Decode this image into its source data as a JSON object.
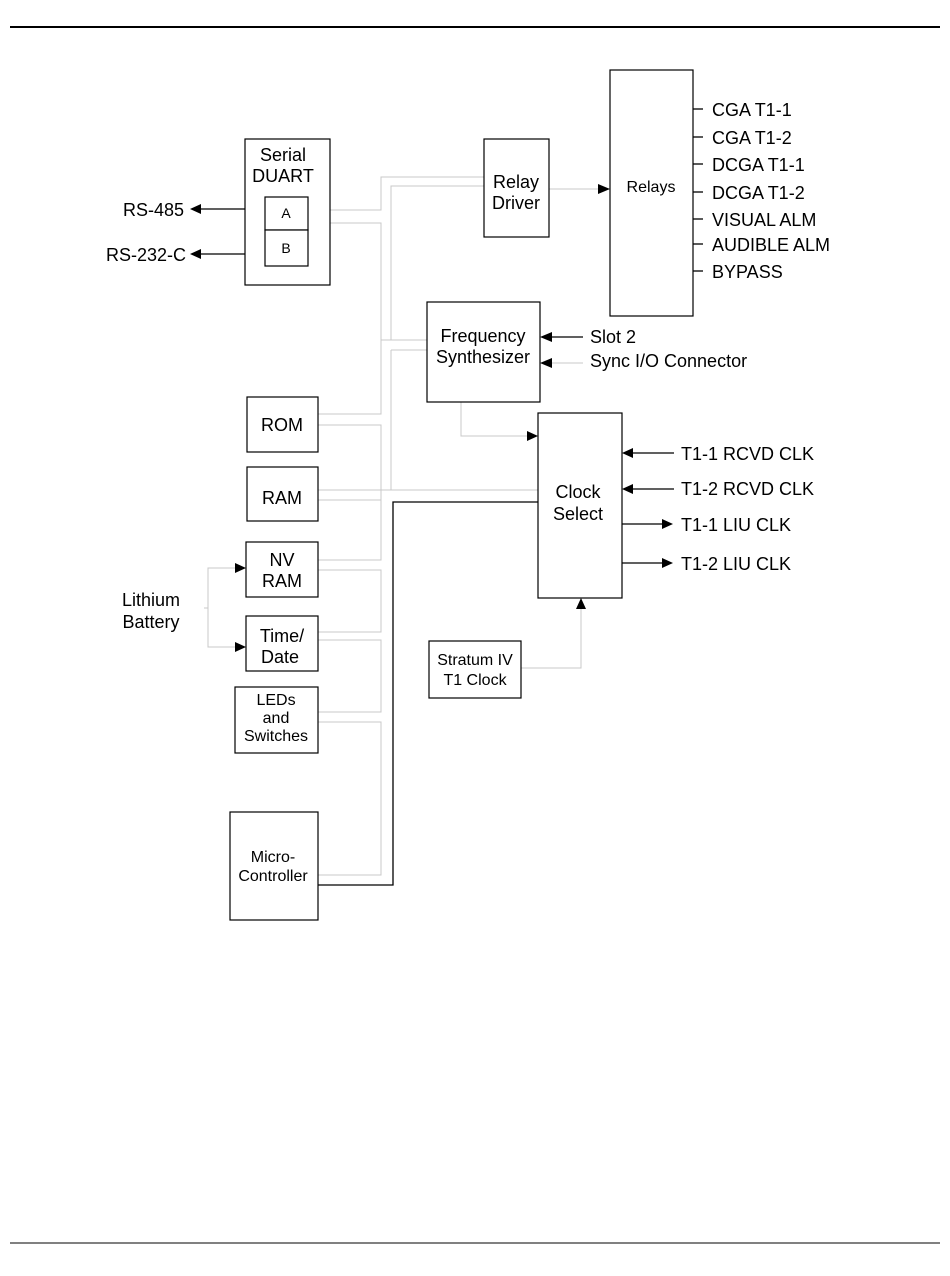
{
  "blocks": {
    "serial_duart": [
      "Serial",
      "DUART"
    ],
    "port_a": "A",
    "port_b": "B",
    "relay_driver": [
      "Relay",
      "Driver"
    ],
    "relays": "Relays",
    "frequency_synthesizer": [
      "Frequency",
      "Synthesizer"
    ],
    "rom": "ROM",
    "ram": "RAM",
    "nv_ram": [
      "NV",
      "RAM"
    ],
    "time_date": [
      "Time/",
      "Date"
    ],
    "leds_switches": [
      "LEDs",
      "and",
      "Switches"
    ],
    "micro_controller": [
      "Micro-",
      "Controller"
    ],
    "clock_select": [
      "Clock",
      "Select"
    ],
    "stratum_clock": [
      "Stratum IV",
      "T1 Clock"
    ]
  },
  "signals": {
    "rs485": "RS-485",
    "rs232": "RS-232-C",
    "lithium_battery": [
      "Lithium",
      "Battery"
    ],
    "relay_outputs": [
      "CGA T1-1",
      "CGA T1-2",
      "DCGA T1-1",
      "DCGA T1-2",
      "VISUAL ALM",
      "AUDIBLE ALM",
      "BYPASS"
    ],
    "slot2": "Slot 2",
    "sync_io": "Sync I/O Connector",
    "clock_inputs": [
      "T1-1 RCVD CLK",
      "T1-2 RCVD CLK"
    ],
    "clock_outputs": [
      "T1-1 LIU CLK",
      "T1-2 LIU CLK"
    ]
  }
}
